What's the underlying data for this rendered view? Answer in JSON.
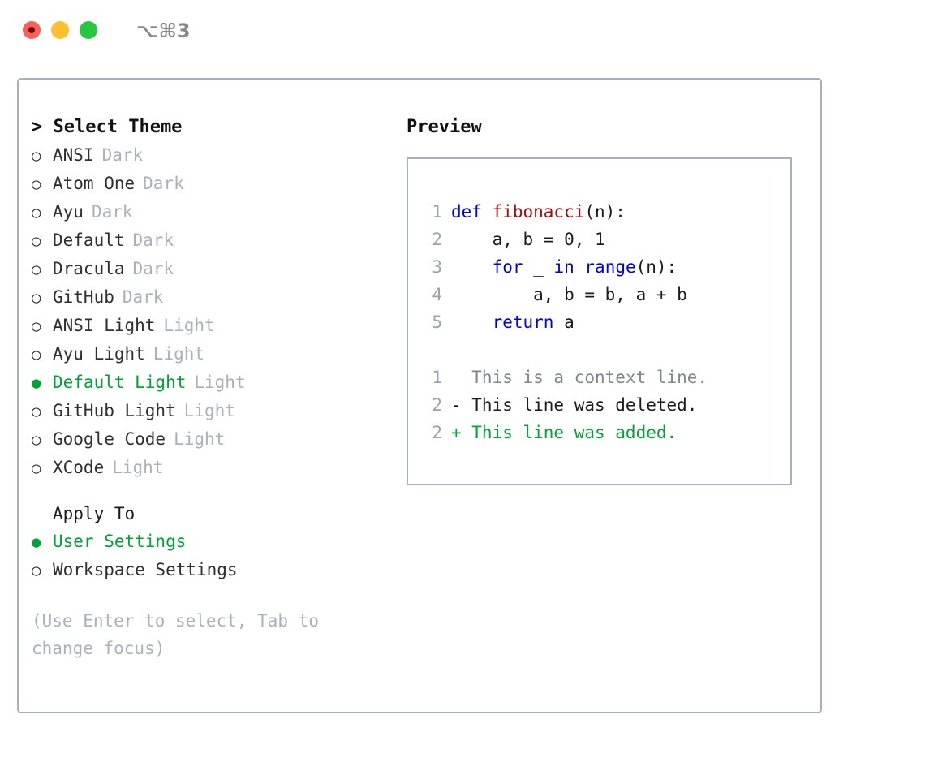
{
  "window": {
    "shortcut": "⌥⌘3",
    "traffic_lights": [
      {
        "name": "close",
        "color": "#fb6058"
      },
      {
        "name": "minimize",
        "color": "#fdbe2f"
      },
      {
        "name": "maximize",
        "color": "#27c840"
      }
    ]
  },
  "colors": {
    "accent_green": "#00a336",
    "muted_gray": "#a8b1bd",
    "border": "#a7b0c0",
    "keyword_blue": "#0000ea",
    "function_red": "#a20b0b",
    "diff_delete": "#b01515",
    "diff_add": "#00a336"
  },
  "theme_picker": {
    "header": "> Select Theme",
    "marker_selected": "●",
    "marker_unselected": "○",
    "items": [
      {
        "marker": "○",
        "label": "ANSI",
        "tag": "Dark",
        "selected": false
      },
      {
        "marker": "○",
        "label": "Atom One",
        "tag": "Dark",
        "selected": false
      },
      {
        "marker": "○",
        "label": "Ayu",
        "tag": "Dark",
        "selected": false
      },
      {
        "marker": "○",
        "label": "Default",
        "tag": "Dark",
        "selected": false
      },
      {
        "marker": "○",
        "label": "Dracula",
        "tag": "Dark",
        "selected": false
      },
      {
        "marker": "○",
        "label": "GitHub",
        "tag": "Dark",
        "selected": false
      },
      {
        "marker": "○",
        "label": "ANSI Light",
        "tag": "Light",
        "selected": false
      },
      {
        "marker": "○",
        "label": "Ayu Light",
        "tag": "Light",
        "selected": false
      },
      {
        "marker": "●",
        "label": "Default Light",
        "tag": "Light",
        "selected": true
      },
      {
        "marker": "○",
        "label": "GitHub Light",
        "tag": "Light",
        "selected": false
      },
      {
        "marker": "○",
        "label": "Google Code",
        "tag": "Light",
        "selected": false
      },
      {
        "marker": "○",
        "label": "XCode",
        "tag": "Light",
        "selected": false
      }
    ]
  },
  "apply_to": {
    "title": "Apply To",
    "items": [
      {
        "marker": "●",
        "label": "User Settings",
        "selected": true
      },
      {
        "marker": "○",
        "label": "Workspace Settings",
        "selected": false
      }
    ]
  },
  "hint": "(Use Enter to select, Tab to change focus)",
  "preview": {
    "title": "Preview",
    "code_lines": [
      {
        "number": "1",
        "tokens": [
          {
            "text": "def ",
            "type": "keyword"
          },
          {
            "text": "fibonacci",
            "type": "function"
          },
          {
            "text": "(n):",
            "type": "plain"
          }
        ]
      },
      {
        "number": "2",
        "tokens": [
          {
            "text": "    a, b = 0, 1",
            "type": "plain"
          }
        ]
      },
      {
        "number": "3",
        "tokens": [
          {
            "text": "    ",
            "type": "plain"
          },
          {
            "text": "for",
            "type": "keyword"
          },
          {
            "text": " _ ",
            "type": "plain"
          },
          {
            "text": "in",
            "type": "keyword"
          },
          {
            "text": " ",
            "type": "plain"
          },
          {
            "text": "range",
            "type": "keyword"
          },
          {
            "text": "(n):",
            "type": "plain"
          }
        ]
      },
      {
        "number": "4",
        "tokens": [
          {
            "text": "        a, b = b, a + b",
            "type": "plain"
          }
        ]
      },
      {
        "number": "5",
        "tokens": [
          {
            "text": "    ",
            "type": "plain"
          },
          {
            "text": "return",
            "type": "keyword"
          },
          {
            "text": " a",
            "type": "plain"
          }
        ]
      }
    ],
    "diff_lines": [
      {
        "number": "1",
        "kind": "context",
        "text": "  This is a context line."
      },
      {
        "number": "2",
        "kind": "delete",
        "text": "- This line was deleted."
      },
      {
        "number": "2",
        "kind": "add",
        "text": "+ This line was added."
      }
    ]
  }
}
